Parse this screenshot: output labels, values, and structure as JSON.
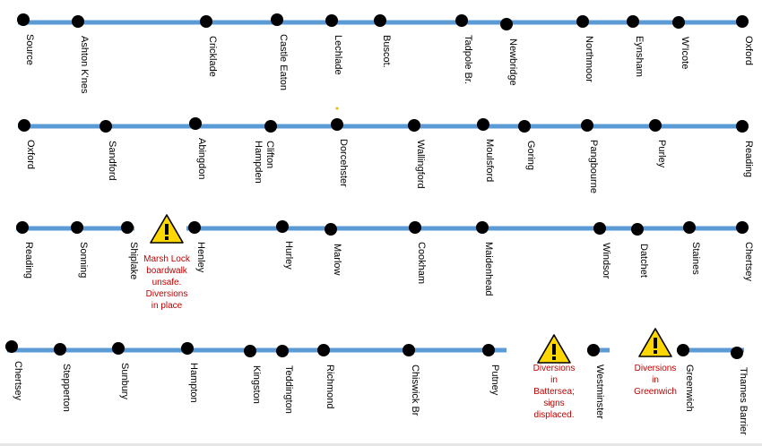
{
  "rows": [
    {
      "stations": [
        "Source",
        "Ashton K'nes",
        "Cricklade",
        "Castle Eaton",
        "Lechlade",
        "Buscot.",
        "Tadpole Br.",
        "Newbridge",
        "Northmoor",
        "Eynsham",
        "W'Icote",
        "Oxford"
      ]
    },
    {
      "stations": [
        "Oxford",
        "Sandford",
        "Abingdon",
        "Clifton Hampden",
        "Dorcehster",
        "Wallingford",
        "Moulsford",
        "Goring",
        "Pangbourne",
        "Purley",
        "Reading"
      ]
    },
    {
      "stations": [
        "Reading",
        "Sonning",
        "Shiplake",
        "Henley",
        "Hurley",
        "Marlow",
        "Cookham",
        "Maidenhead",
        "Windsor",
        "Datchet",
        "Staines",
        "Chertsey"
      ],
      "warnings": [
        {
          "after": "Shiplake",
          "text": [
            "Marsh Lock",
            "boardwalk",
            "unsafe.",
            "Diversions",
            "in place"
          ]
        }
      ]
    },
    {
      "stations": [
        "Chertsey",
        "Stepperton",
        "Sunbury",
        "Hampton",
        "Kingston",
        "Teddington",
        "Richmond",
        "Chiswick Br",
        "Putney",
        "Westminster",
        "Greenwich",
        "Thames Barrier"
      ],
      "warnings": [
        {
          "after": "Putney",
          "text": [
            "Diversions",
            "in",
            "Battersea;",
            "signs",
            "displaced."
          ]
        },
        {
          "after": "Westminster",
          "text": [
            "Diversions",
            "in",
            "Greenwich"
          ]
        }
      ]
    }
  ],
  "colors": {
    "line": "#5b9bd5",
    "station": "#000000",
    "warning_fill": "#ffd700",
    "warning_text": "#c00000"
  },
  "icons": {
    "warning": "warning-triangle-icon"
  }
}
